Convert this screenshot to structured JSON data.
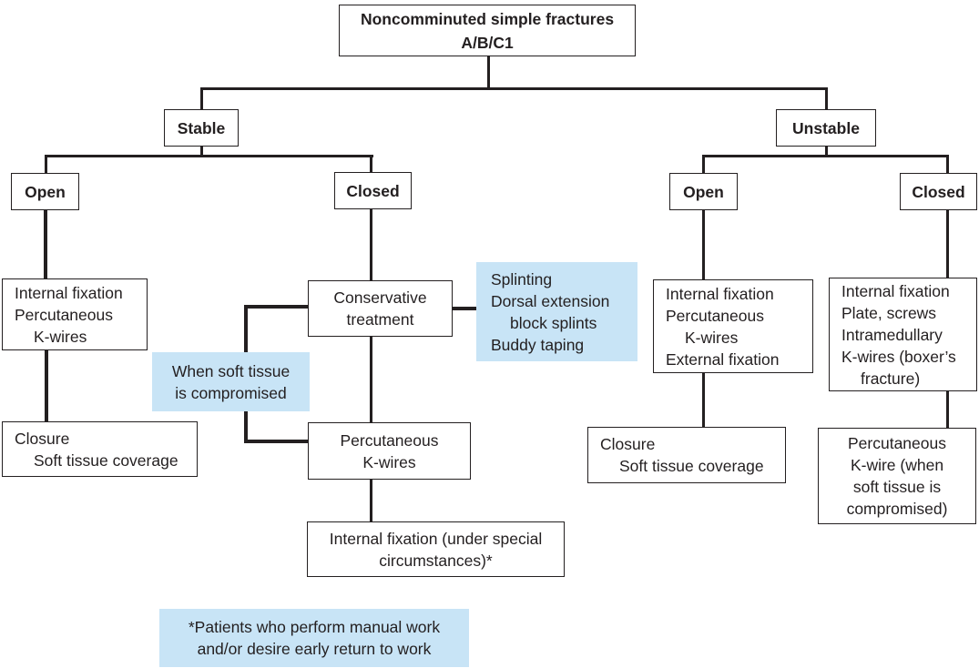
{
  "colors": {
    "note_bg": "#c8e4f6",
    "line": "#231f20",
    "text": "#231f20",
    "background": "#ffffff"
  },
  "nodes": {
    "root": {
      "lines": [
        "Noncomminuted simple fractures",
        "A/B/C1"
      ]
    },
    "stable": {
      "label": "Stable"
    },
    "unstable": {
      "label": "Unstable"
    },
    "stable_open": {
      "label": "Open"
    },
    "stable_closed": {
      "label": "Closed"
    },
    "unstable_open": {
      "label": "Open"
    },
    "unstable_closed": {
      "label": "Closed"
    },
    "stable_open_treatment": {
      "lines": [
        "Internal fixation",
        "Percutaneous",
        "K-wires"
      ]
    },
    "stable_open_closure": {
      "lines": [
        "Closure",
        "Soft tissue coverage"
      ]
    },
    "conservative": {
      "lines": [
        "Conservative",
        "treatment"
      ]
    },
    "percutaneous_kwires": {
      "lines": [
        "Percutaneous",
        "K-wires"
      ]
    },
    "internal_fixation_special": {
      "lines": [
        "Internal fixation (under special",
        "circumstances)*"
      ]
    },
    "unstable_open_treatment": {
      "lines": [
        "Internal fixation",
        "Percutaneous",
        "K-wires",
        "External fixation"
      ]
    },
    "unstable_open_closure": {
      "lines": [
        "Closure",
        "Soft tissue coverage"
      ]
    },
    "unstable_closed_treatment": {
      "lines": [
        "Internal fixation",
        "Plate, screws",
        "Intramedullary",
        "K-wires (boxer’s",
        "fracture)"
      ]
    },
    "unstable_closed_percutaneous": {
      "lines": [
        "Percutaneous",
        "K-wire (when",
        "soft tissue is",
        "compromised)"
      ]
    }
  },
  "notes": {
    "splinting": {
      "lines": [
        "Splinting",
        "Dorsal extension",
        "block splints",
        "Buddy taping"
      ]
    },
    "soft_tissue": {
      "lines": [
        "When soft tissue",
        "is compromised"
      ]
    },
    "asterisk": {
      "lines": [
        "*Patients who perform manual work",
        "and/or desire early return to work"
      ]
    }
  }
}
